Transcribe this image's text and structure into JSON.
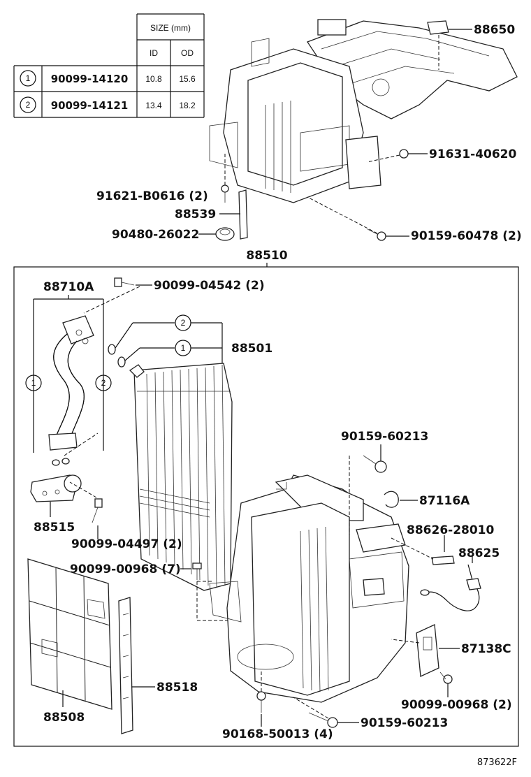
{
  "size_table": {
    "header_size": "SIZE (mm)",
    "header_id": "ID",
    "header_od": "OD",
    "rows": [
      {
        "ref": "1",
        "part": "90099-14120",
        "id": "10.8",
        "od": "15.6"
      },
      {
        "ref": "2",
        "part": "90099-14121",
        "id": "13.4",
        "od": "18.2"
      }
    ]
  },
  "labels": {
    "p88650": "88650",
    "p91631": "91631-40620",
    "p91621": "91621-B0616 (2)",
    "p88539": "88539",
    "p90480": "90480-26022",
    "p90159a": "90159-60478 (2)",
    "p88510": "88510",
    "p88710a": "88710A",
    "p90099_04542": "90099-04542 (2)",
    "p88501": "88501",
    "c1": "1",
    "c2": "2",
    "p90159b": "90159-60213",
    "p87116a": "87116A",
    "p88626": "88626-28010",
    "p88625": "88625",
    "p88515": "88515",
    "p90099_04497": "90099-04497 (2)",
    "p90099_00968_7": "90099-00968 (7)",
    "p87138c": "87138C",
    "p88518": "88518",
    "p90099_00968_2": "90099-00968 (2)",
    "p88508": "88508",
    "p90168": "90168-50013 (4)",
    "p90159c": "90159-60213",
    "ref_no": "873622F"
  }
}
